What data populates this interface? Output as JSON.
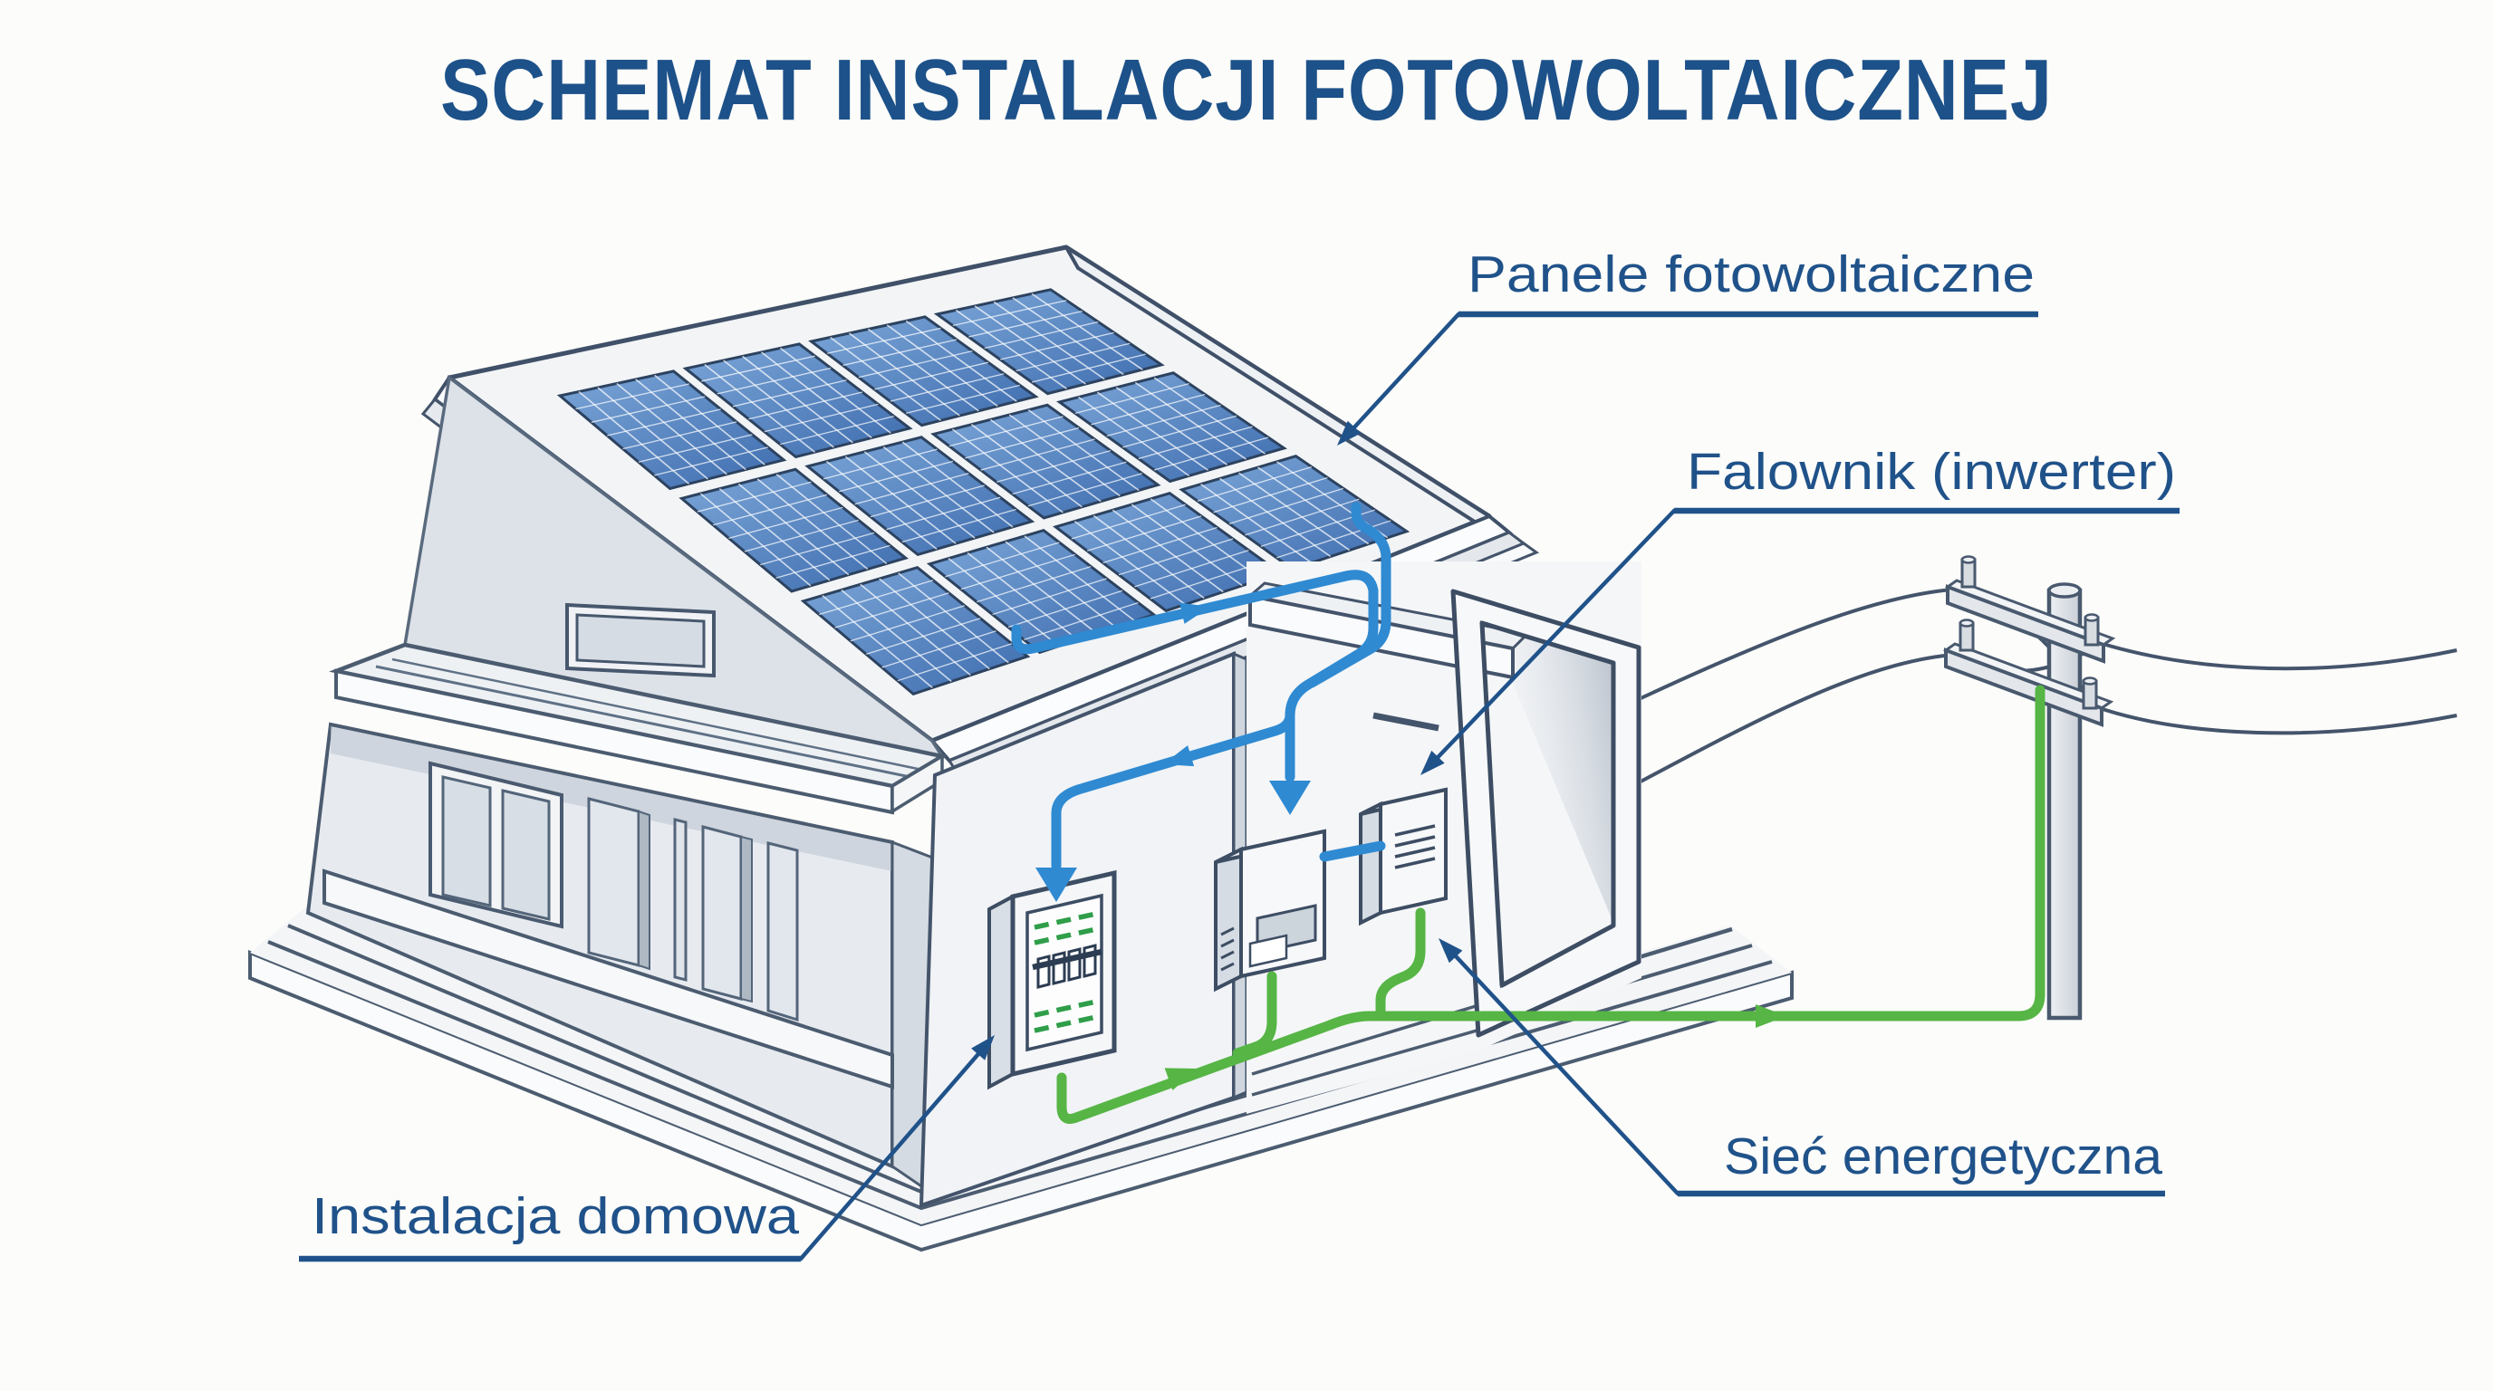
{
  "title": "SCHEMAT INSTALACJI FOTOWOLTAICZNEJ",
  "labels": {
    "panels": "Panele fotowoltaiczne",
    "inverter": "Falownik (inwerter)",
    "grid": "Sieć energetyczna",
    "home": "Instalacja domowa"
  },
  "colors": {
    "background": "#fcfcfa",
    "title_blue": "#1d5189",
    "label_blue": "#20528a",
    "wire_dc_blue": "#2f8ad2",
    "wire_ac_green": "#56b545",
    "panel_blue_dark": "#3e6cae",
    "panel_blue_light": "#7ba6d8",
    "outline_dark": "#3d4d63",
    "wall_light": "#f1f3f6"
  },
  "solar_array": {
    "columns": 4,
    "rows": 3,
    "cells_across": 6,
    "cells_down": 7
  },
  "components": {
    "panels": "solar-panel-array",
    "inverter": "inverter-device",
    "breaker": "home-breaker-box",
    "pole": "utility-pole"
  }
}
